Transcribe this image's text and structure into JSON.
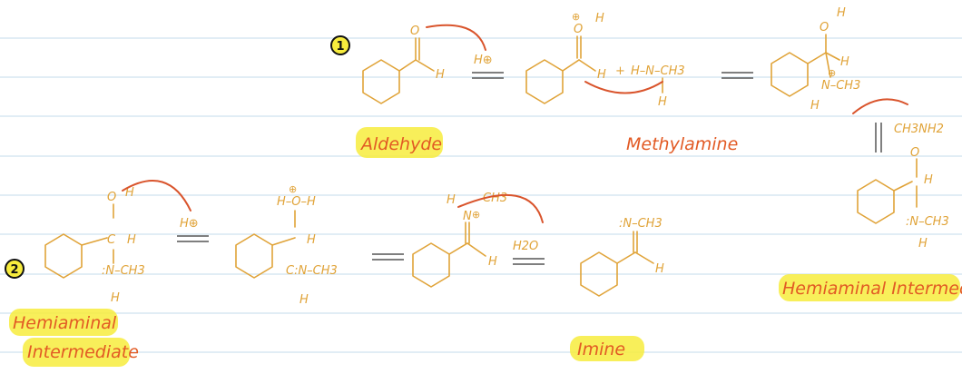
{
  "steps": {
    "one": "1",
    "two": "2"
  },
  "labels": {
    "aldehyde": "Aldehyde",
    "methylamine": "Methylamine",
    "hemiaminal_top": "Hemiaminal Intermediate",
    "hemiaminal_left_1": "Hemiaminal",
    "hemiaminal_left_2": "Intermediate",
    "imine": "Imine"
  },
  "atoms": {
    "O": "O",
    "H": "H",
    "C": "C",
    "N": "N",
    "Hplus": "H⊕",
    "plus": "+",
    "ch3": "CH3",
    "nh": "N–CH3",
    "h_nch3": "H–N–CH3",
    "ch3nh2": "CH3NH2",
    "h2o": "H2O",
    "oplus": "⊕",
    "n_ch3": ":N–CH3",
    "cn_ch3": "C:N–CH3",
    "h_o_h": "H–O–H"
  },
  "colors": {
    "ink": "#e0a338",
    "arrow": "#d9542c",
    "label": "#e25a24",
    "highlight": "#f7ec3d"
  }
}
